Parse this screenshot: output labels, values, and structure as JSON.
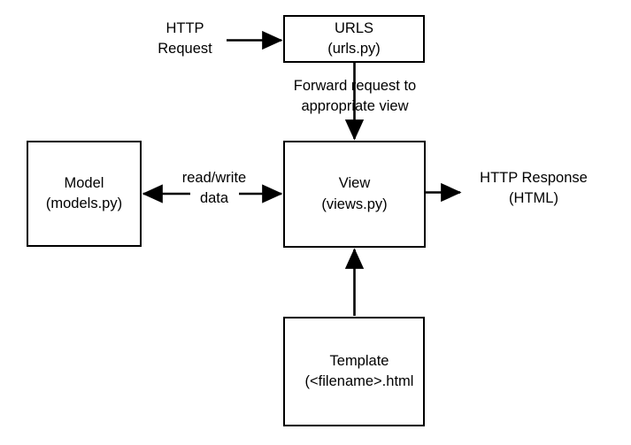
{
  "diagram": {
    "title": "Django request/response flow",
    "background_color": "#ffffff",
    "stroke_color": "#000000",
    "nodes": [
      {
        "id": "urls",
        "name": "URLS",
        "line1": "URLS",
        "line2": "(urls.py)"
      },
      {
        "id": "view",
        "name": "View",
        "line1": "View",
        "line2": "(views.py)"
      },
      {
        "id": "model",
        "name": "Model",
        "line1": "Model",
        "line2": "(models.py)"
      },
      {
        "id": "template",
        "name": "Template",
        "line1": "Template",
        "line2": "(<filename>.html"
      }
    ],
    "edge_labels": [
      {
        "id": "http-request",
        "line1": "HTTP",
        "line2": "Request"
      },
      {
        "id": "forward",
        "line1": "Forward request to",
        "line2": "appropriate view"
      },
      {
        "id": "readwrite",
        "line1": "read/write",
        "line2": "data"
      },
      {
        "id": "http-response",
        "line1": "HTTP Response",
        "line2": "(HTML)"
      }
    ]
  }
}
